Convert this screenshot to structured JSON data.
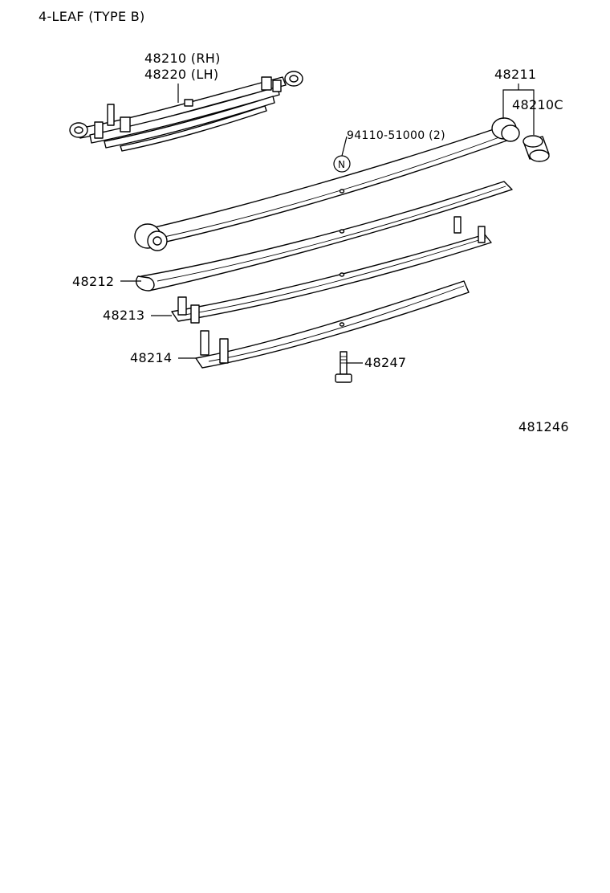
{
  "title": "4-LEAF (TYPE  B)",
  "diagram_number": "481246",
  "callouts": {
    "spring_rh": "48210 (RH)",
    "spring_lh": "48220 (LH)",
    "leaf_1": "48211",
    "bushing": "48210C",
    "nut": "94110-51000 (2)",
    "new_part_symbol": "N",
    "leaf_2": "48212",
    "leaf_3": "48213",
    "leaf_4": "48214",
    "center_bolt": "48247"
  }
}
